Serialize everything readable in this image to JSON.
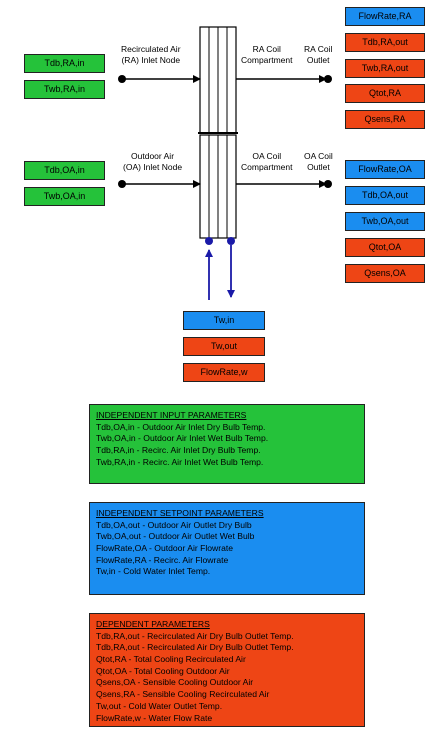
{
  "ra_inputs": [
    "Tdb,RA,in",
    "Twb,RA,in"
  ],
  "oa_inputs": [
    "Tdb,OA,in",
    "Twb,OA,in"
  ],
  "ra_outputs": [
    {
      "label": "FlowRate,RA",
      "color": "#1a8df0"
    },
    {
      "label": "Tdb,RA,out",
      "color": "#ee4515"
    },
    {
      "label": "Twb,RA,out",
      "color": "#ee4515"
    },
    {
      "label": "Qtot,RA",
      "color": "#ee4515"
    },
    {
      "label": "Qsens,RA",
      "color": "#ee4515"
    }
  ],
  "oa_outputs": [
    {
      "label": "FlowRate,OA",
      "color": "#1a8df0"
    },
    {
      "label": "Tdb,OA,out",
      "color": "#1a8df0"
    },
    {
      "label": "Twb,OA,out",
      "color": "#1a8df0"
    },
    {
      "label": "Qtot,OA",
      "color": "#ee4515"
    },
    {
      "label": "Qsens,OA",
      "color": "#ee4515"
    }
  ],
  "water_boxes": [
    {
      "label": "Tw,in",
      "color": "#1a8df0"
    },
    {
      "label": "Tw,out",
      "color": "#ee4515"
    },
    {
      "label": "FlowRate,w",
      "color": "#ee4515"
    }
  ],
  "diagram_labels": {
    "ra_inlet": "Recirculated Air\n(RA) Inlet Node",
    "ra_compartment": "RA Coil\nCompartment",
    "ra_outlet": "RA Coil\nOutlet",
    "oa_inlet": "Outdoor Air\n(OA) Inlet Node",
    "oa_compartment": "OA Coil\nCompartment",
    "oa_outlet": "OA Coil\nOutlet"
  },
  "legend_input": {
    "title": "INDEPENDENT INPUT PARAMETERS",
    "items": [
      "Tdb,OA,in - Outdoor Air Inlet Dry Bulb Temp.",
      "Twb,OA,in - Outdoor Air Inlet Wet Bulb Temp.",
      "Tdb,RA,in - Recirc. Air Inlet Dry Bulb Temp.",
      "Twb,RA,in - Recirc. Air Inlet Wet Bulb Temp."
    ]
  },
  "legend_setpoint": {
    "title": "INDEPENDENT SETPOINT PARAMETERS",
    "items": [
      "Tdb,OA,out - Outdoor Air Outlet Dry Bulb",
      "Twb,OA,out - Outdoor Air Outlet Wet Bulb",
      "FlowRate,OA - Outdoor Air Flowrate",
      "FlowRate,RA - Recirc. Air Flowrate",
      "Tw,in - Cold Water Inlet Temp."
    ]
  },
  "legend_dependent": {
    "title": "DEPENDENT PARAMETERS",
    "items": [
      "Tdb,RA,out - Recirculated Air Dry Bulb Outlet Temp.",
      "Tdb,RA,out - Recirculated Air Dry Bulb Outlet Temp.",
      "Qtot,RA - Total Cooling Recirculated Air",
      "Qtot,OA - Total Cooling Outdoor Air",
      "Qsens,OA - Sensible Cooling Outdoor Air",
      "Qsens,RA - Sensible Cooling Recirculated Air",
      "Tw,out - Cold Water Outlet Temp.",
      "FlowRate,w - Water Flow Rate"
    ]
  },
  "colors": {
    "green": "#25c23a",
    "blue": "#1a8df0",
    "red": "#ee4515",
    "water_line": "#1a1aa8"
  }
}
